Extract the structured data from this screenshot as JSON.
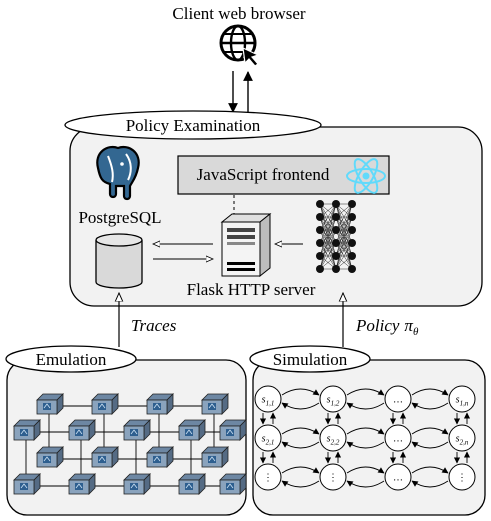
{
  "client": {
    "label": "Client web browser",
    "icon": "globe-cursor-icon"
  },
  "policy_examination": {
    "title": "Policy Examination",
    "database_label": "PostgreSQL",
    "database_logo": "elephant-icon",
    "frontend_label": "JavaScript frontend",
    "frontend_logo": "react-atom-icon",
    "server_label": "Flask HTTP server",
    "server_icon": "server-tower-icon",
    "network_icon": "neural-network-icon"
  },
  "connections": {
    "left_label": "Traces",
    "right_label": "Policy",
    "right_symbol": "π",
    "right_subscript": "θ"
  },
  "emulation": {
    "title": "Emulation",
    "node_icon": "server-box-icon"
  },
  "simulation": {
    "title": "Simulation",
    "states": [
      [
        "s1,1",
        "s1,2",
        "…",
        "s1,n"
      ],
      [
        "s2,1",
        "s2,2",
        "…",
        "s2,n"
      ],
      [
        "⋮",
        "⋮",
        "…",
        "⋮"
      ]
    ]
  },
  "colors": {
    "panel_fill": "#f2f2f2",
    "frontend_fill": "#d9d9d9",
    "postgres_blue": "#336791",
    "react_cyan": "#61dafb",
    "box_blue": "#4a7fb5"
  }
}
